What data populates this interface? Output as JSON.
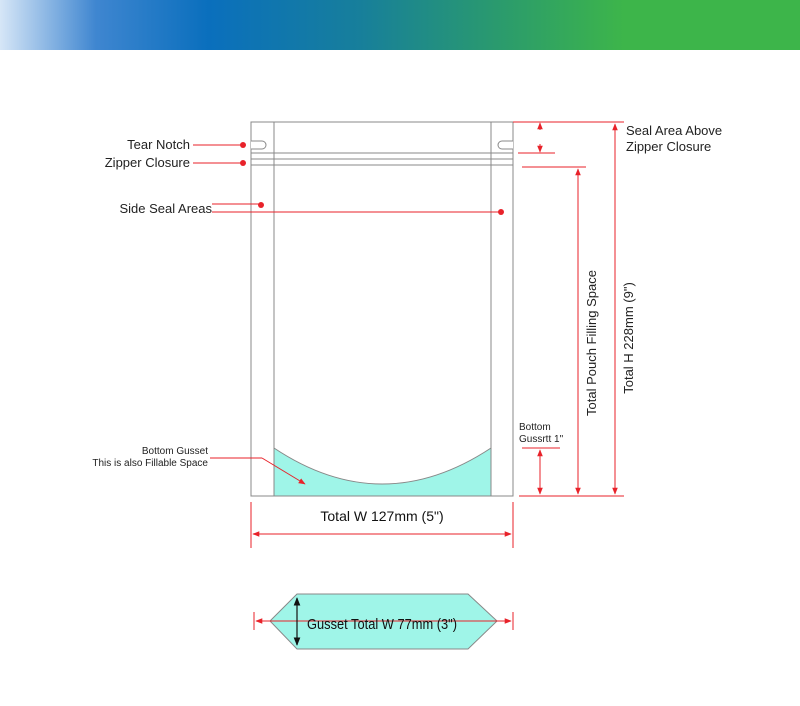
{
  "banner": {
    "colors": [
      "#d6e6f7",
      "#0a6fbd",
      "#3db54a"
    ]
  },
  "colors": {
    "outline": "#888888",
    "dimension": "#e8222a",
    "gusset_fill": "#9ff5e8",
    "marker": "#e8222a"
  },
  "labels": {
    "tear_notch": "Tear Notch",
    "zipper_closure": "Zipper Closure",
    "side_seal_areas": "Side Seal Areas",
    "bottom_gusset_line1": "Bottom Gusset",
    "bottom_gusset_line2": "This is also Fillable Space",
    "seal_area_line1": "Seal Area Above",
    "seal_area_line2": "Zipper Closure",
    "bottom_gussett_line1": "Bottom",
    "bottom_gussett_line2": "Gussrtt 1\"",
    "total_width": "Total W 127mm (5\")",
    "total_height": "Total H  228mm (9\")",
    "filling_space": "Total Pouch Filling Space",
    "gusset_width": "Gusset Total W 77mm (3\")"
  }
}
